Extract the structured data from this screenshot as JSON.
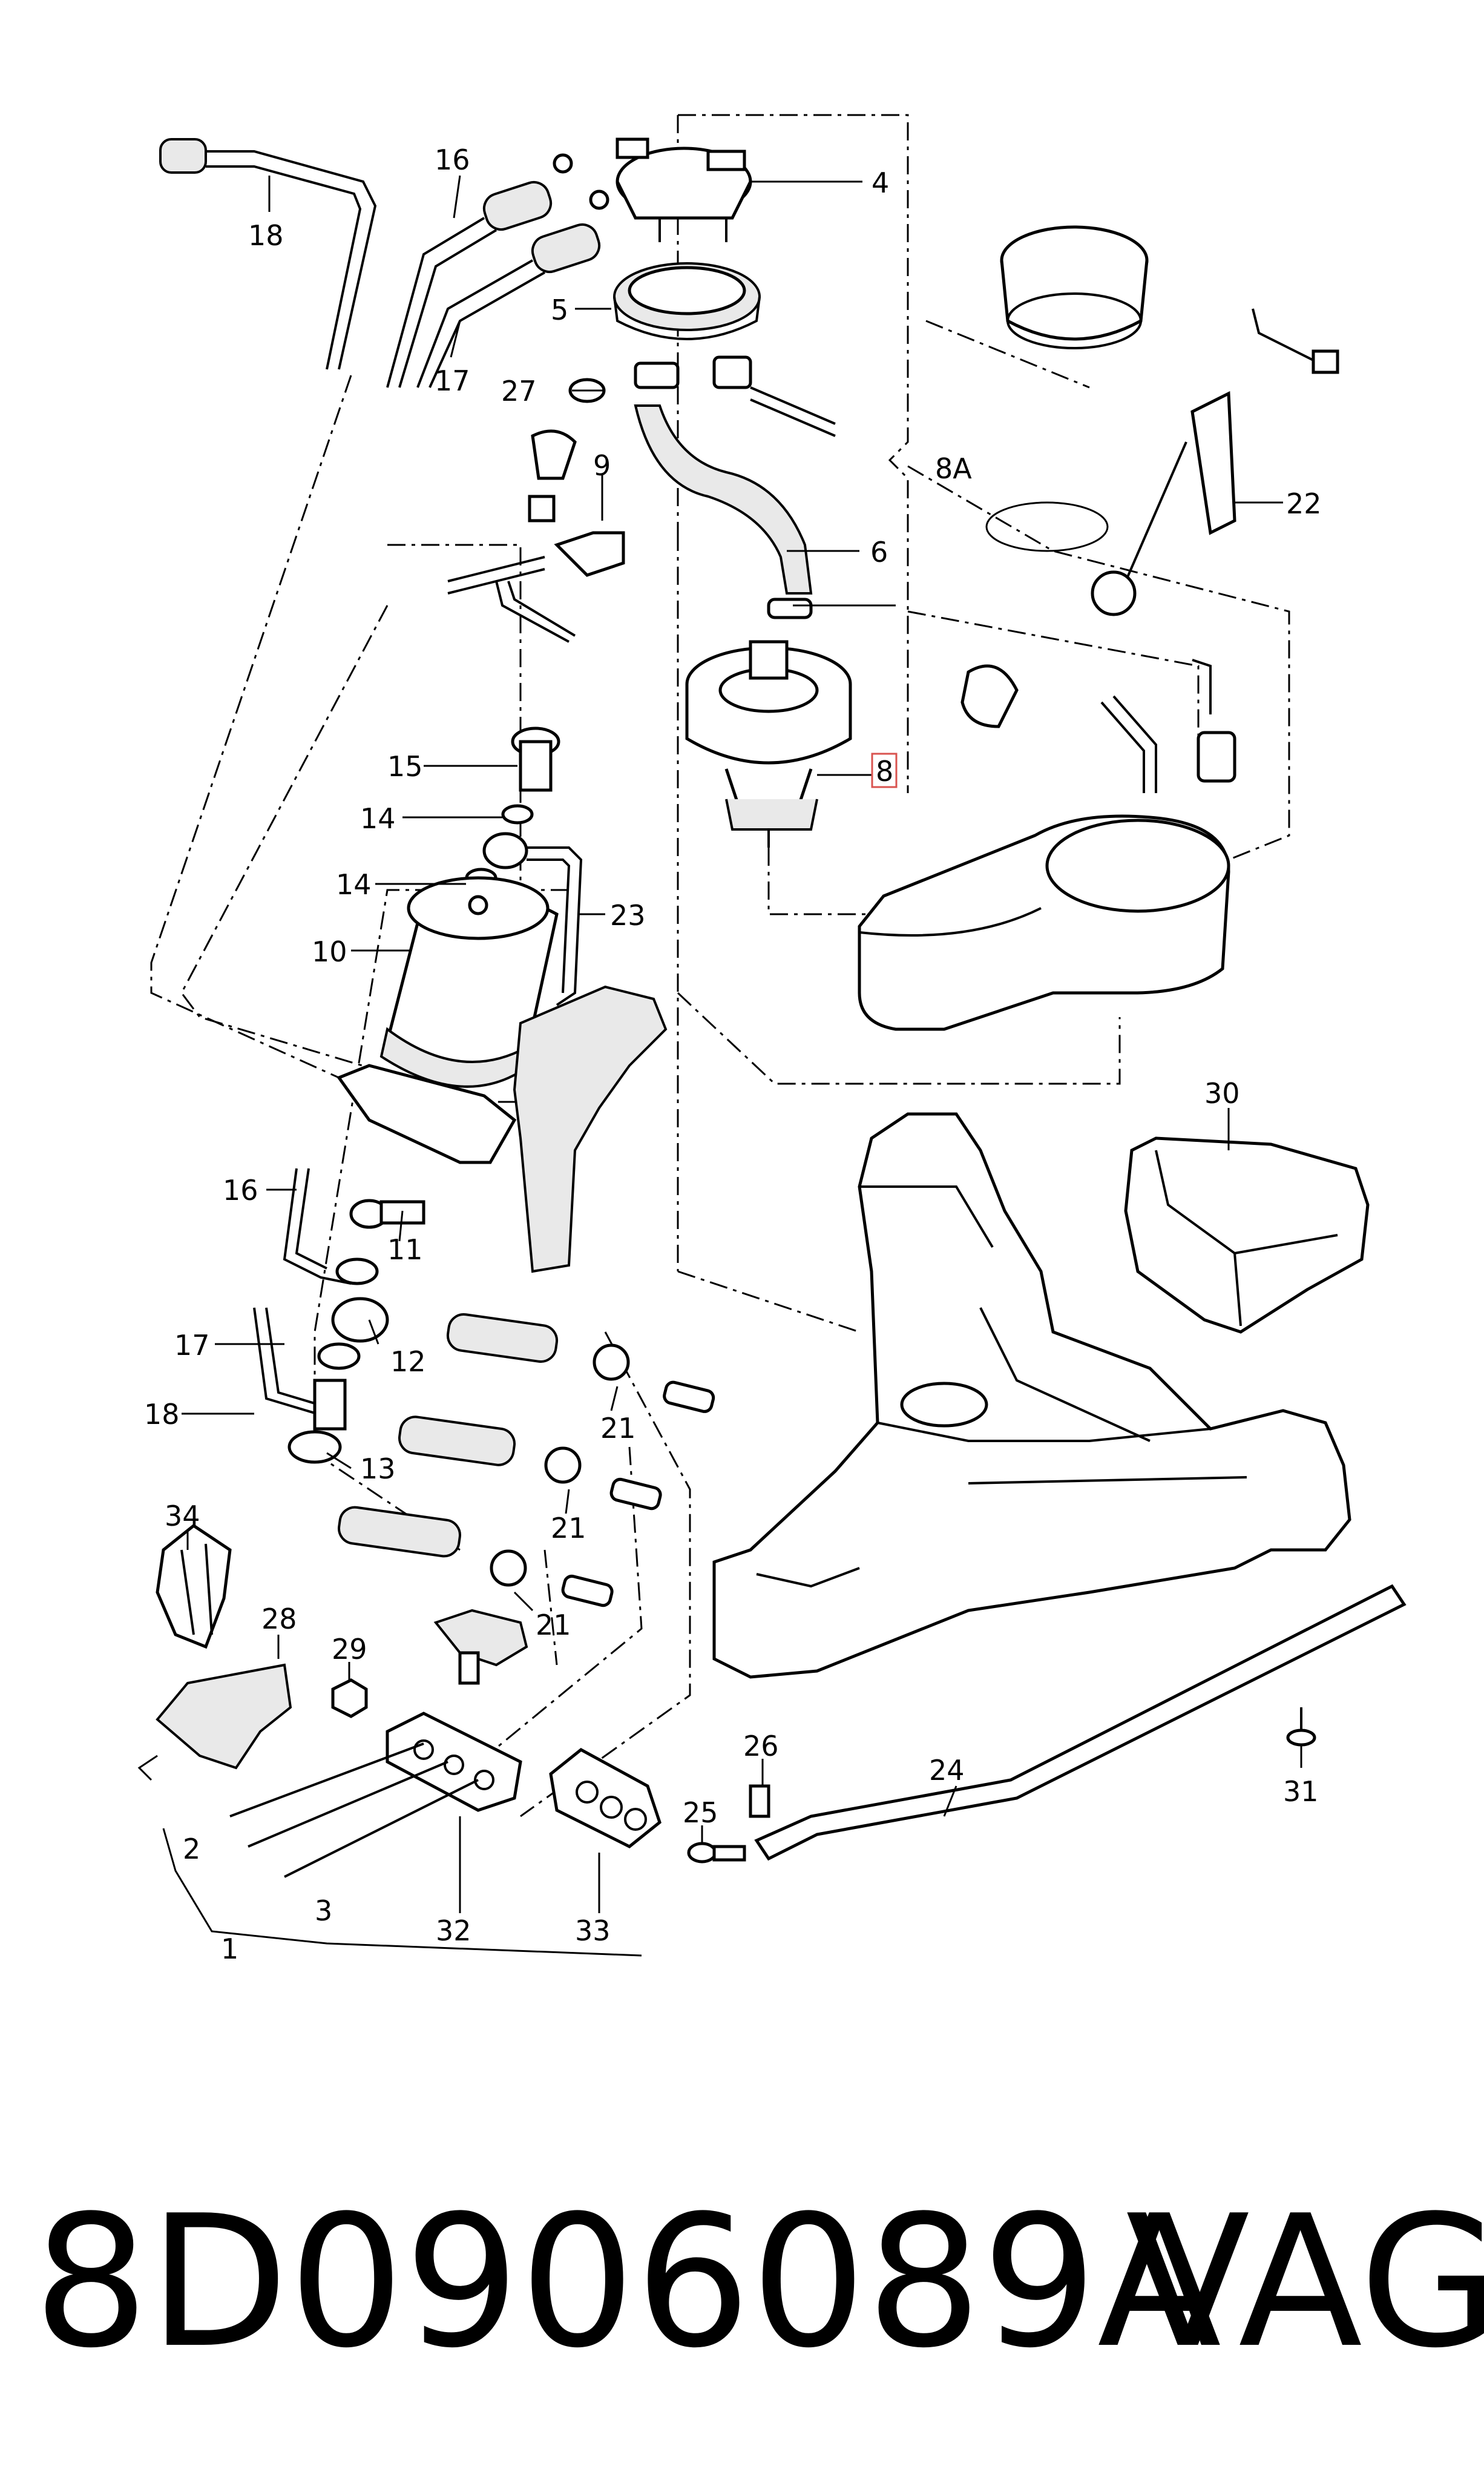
{
  "labels": [
    {
      "id": "1",
      "text": "1"
    },
    {
      "id": "2",
      "text": "2"
    },
    {
      "id": "3",
      "text": "3"
    },
    {
      "id": "4",
      "text": "4"
    },
    {
      "id": "5",
      "text": "5"
    },
    {
      "id": "6",
      "text": "6"
    },
    {
      "id": "8",
      "text": "8"
    },
    {
      "id": "8A",
      "text": "8A"
    },
    {
      "id": "9",
      "text": "9"
    },
    {
      "id": "10",
      "text": "10"
    },
    {
      "id": "11",
      "text": "11"
    },
    {
      "id": "12",
      "text": "12"
    },
    {
      "id": "13",
      "text": "13"
    },
    {
      "id": "14a",
      "text": "14"
    },
    {
      "id": "14b",
      "text": "14"
    },
    {
      "id": "15",
      "text": "15"
    },
    {
      "id": "16a",
      "text": "16"
    },
    {
      "id": "16b",
      "text": "16"
    },
    {
      "id": "17a",
      "text": "17"
    },
    {
      "id": "17b",
      "text": "17"
    },
    {
      "id": "18a",
      "text": "18"
    },
    {
      "id": "18b",
      "text": "18"
    },
    {
      "id": "21a",
      "text": "21"
    },
    {
      "id": "21b",
      "text": "21"
    },
    {
      "id": "21c",
      "text": "21"
    },
    {
      "id": "22",
      "text": "22"
    },
    {
      "id": "23",
      "text": "23"
    },
    {
      "id": "24",
      "text": "24"
    },
    {
      "id": "25",
      "text": "25"
    },
    {
      "id": "26",
      "text": "26"
    },
    {
      "id": "27",
      "text": "27"
    },
    {
      "id": "28",
      "text": "28"
    },
    {
      "id": "29",
      "text": "29"
    },
    {
      "id": "30",
      "text": "30"
    },
    {
      "id": "31",
      "text": "31"
    },
    {
      "id": "32",
      "text": "32"
    },
    {
      "id": "33",
      "text": "33"
    },
    {
      "id": "34",
      "text": "34"
    }
  ],
  "highlighted_label": "8",
  "highlight_color": "#d9534f",
  "caption": {
    "part_number": "8D0906089A",
    "brand": "VAG"
  }
}
